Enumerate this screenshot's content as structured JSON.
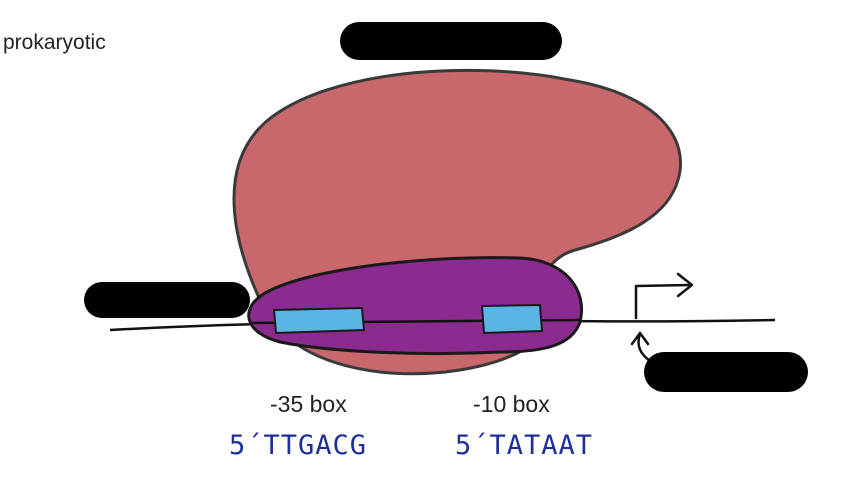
{
  "title": "prokaryotic",
  "elements": {
    "box_minus35": {
      "label": "-35 box",
      "sequence": "5´TTGACG"
    },
    "box_minus10": {
      "label": "-10 box",
      "sequence": "5´TATAAT"
    }
  },
  "colors": {
    "sigma_subunit": "#c8676c",
    "core_polymerase": "#8b2a8f",
    "promoter_box": "#5ab4e4",
    "outline": "#3a3a3a",
    "redaction": "#000000",
    "sequence_text": "#1f2f9a"
  },
  "icons": [
    "transcription-start-arrow-icon",
    "pointer-arrow-icon"
  ]
}
